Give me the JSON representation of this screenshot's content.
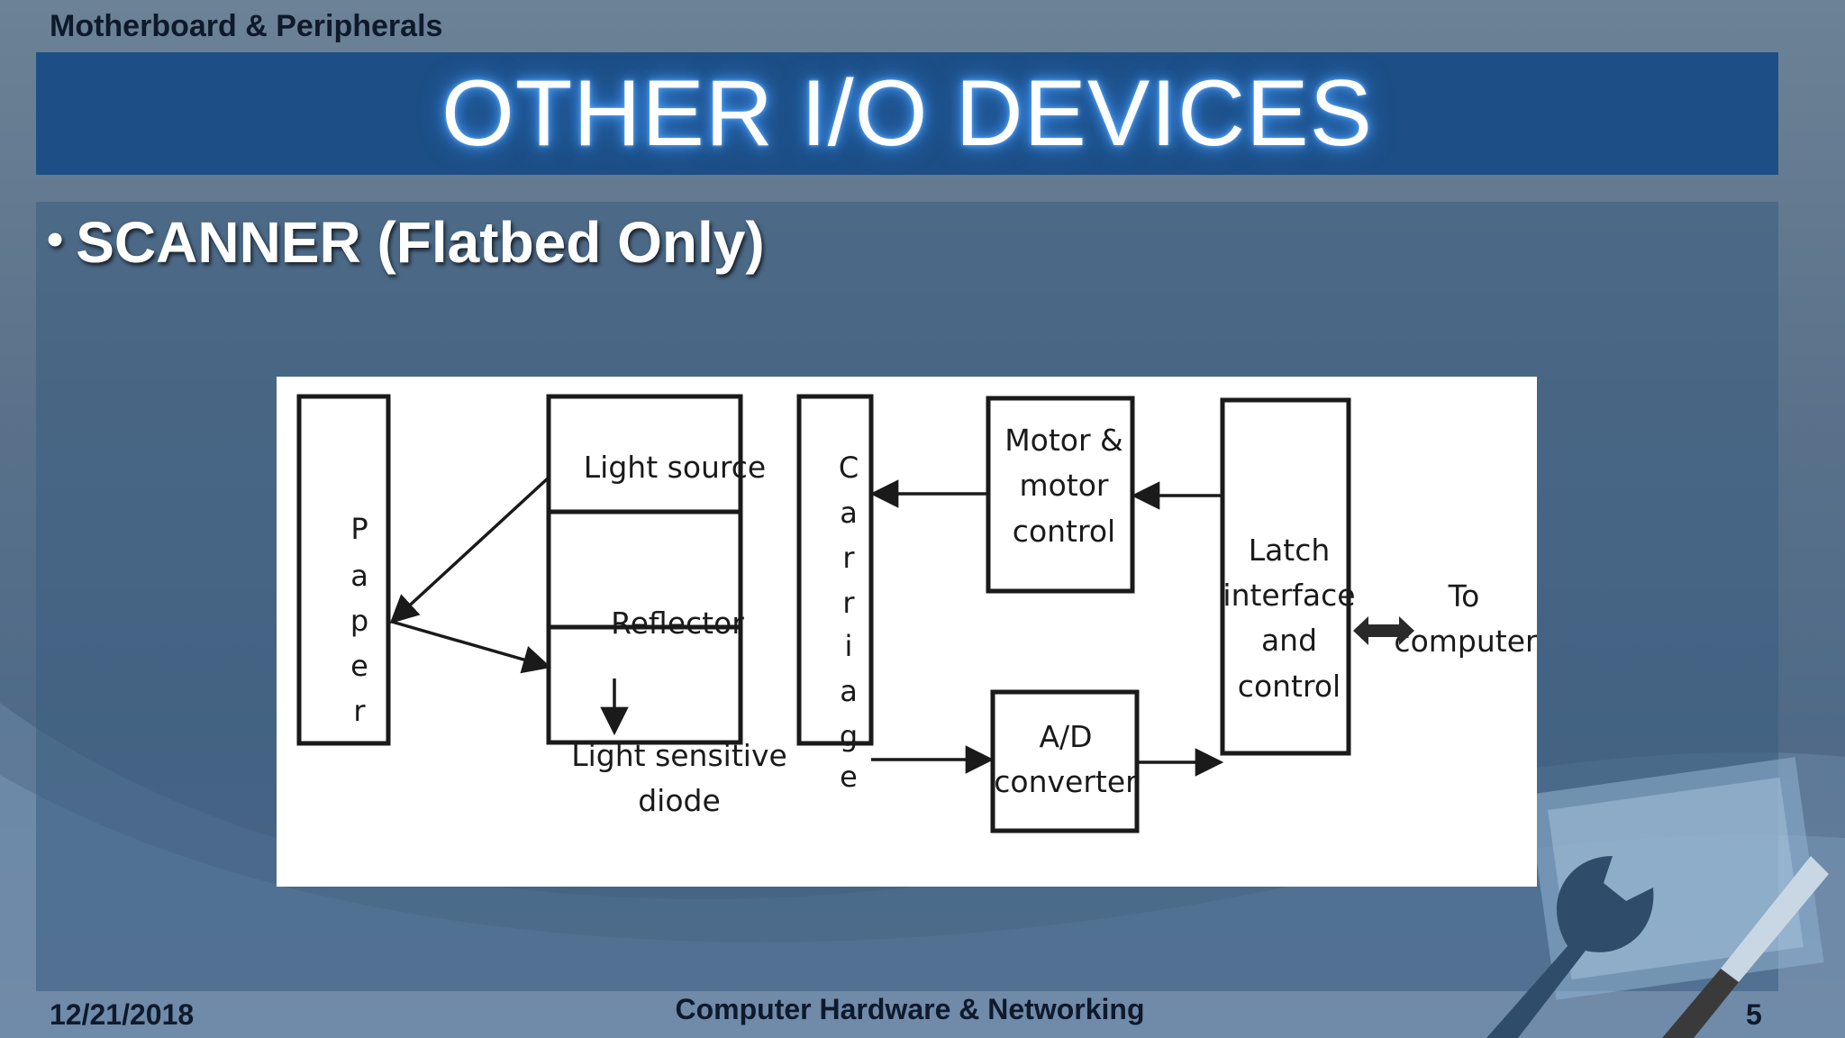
{
  "header": {
    "section_label": "Motherboard & Peripherals"
  },
  "slide": {
    "title": "OTHER I/O DEVICES",
    "bullet": "SCANNER (Flatbed Only)"
  },
  "diagram": {
    "paper_letters": [
      "P",
      "a",
      "p",
      "e",
      "r"
    ],
    "light_source": "Light source",
    "reflector": "Reflector",
    "diode_line1": "Light sensitive",
    "diode_line2": "diode",
    "carriage_letters": [
      "C",
      "a",
      "r",
      "r",
      "i",
      "a",
      "g",
      "e"
    ],
    "motor_line1": "Motor &",
    "motor_line2": "motor",
    "motor_line3": "control",
    "adc_line1": "A/D",
    "adc_line2": "converter",
    "latch_line1": "Latch",
    "latch_line2": "interface",
    "latch_line3": "and",
    "latch_line4": "control",
    "to_line1": "To",
    "to_line2": "computer"
  },
  "footer": {
    "date": "12/21/2018",
    "course": "Computer Hardware & Networking",
    "page": "5"
  }
}
